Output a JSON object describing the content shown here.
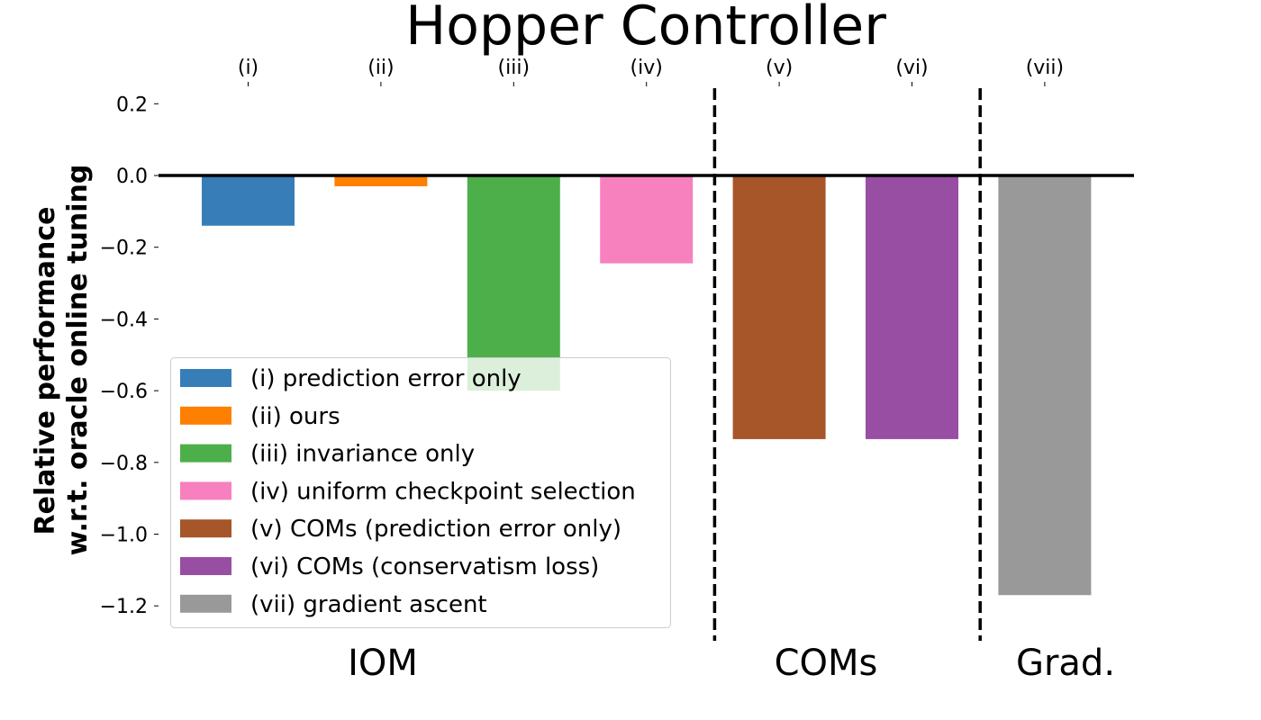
{
  "chart_data": {
    "type": "bar",
    "title": "Hopper Controller",
    "ylabel_lines": [
      "Relative performance",
      "w.r.t. oracle online tuning"
    ],
    "categories": [
      "(i)",
      "(ii)",
      "(iii)",
      "(iv)",
      "(v)",
      "(vi)",
      "(vii)"
    ],
    "values": [
      -0.14,
      -0.03,
      -0.6,
      -0.245,
      -0.735,
      -0.735,
      -1.17
    ],
    "colors": [
      "#377eb8",
      "#ff7f00",
      "#4daf4a",
      "#f781bf",
      "#a65628",
      "#984ea3",
      "#999999"
    ],
    "ylim": [
      -1.3,
      0.22
    ],
    "yticks": [
      0.2,
      0.0,
      -0.2,
      -0.4,
      -0.6,
      -0.8,
      -1.0,
      -1.2
    ],
    "ytick_labels": [
      "0.2",
      "0.0",
      "−0.2",
      "−0.4",
      "−0.6",
      "−0.8",
      "−1.0",
      "−1.2"
    ],
    "legend": {
      "placement": "lower-left",
      "entries": [
        "(i) prediction error only",
        "(ii) ours",
        "(iii) invariance only",
        "(iv) uniform checkpoint selection",
        "(v) COMs (prediction error only)",
        "(vi) COMs (conservatism loss)",
        "(vii) gradient ascent"
      ]
    },
    "groups": [
      {
        "label": "IOM",
        "members": [
          "(i)",
          "(ii)",
          "(iii)",
          "(iv)"
        ]
      },
      {
        "label": "COMs",
        "members": [
          "(v)",
          "(vi)"
        ]
      },
      {
        "label": "Grad.",
        "members": [
          "(vii)"
        ]
      }
    ],
    "zero_line": true,
    "grid": false
  }
}
